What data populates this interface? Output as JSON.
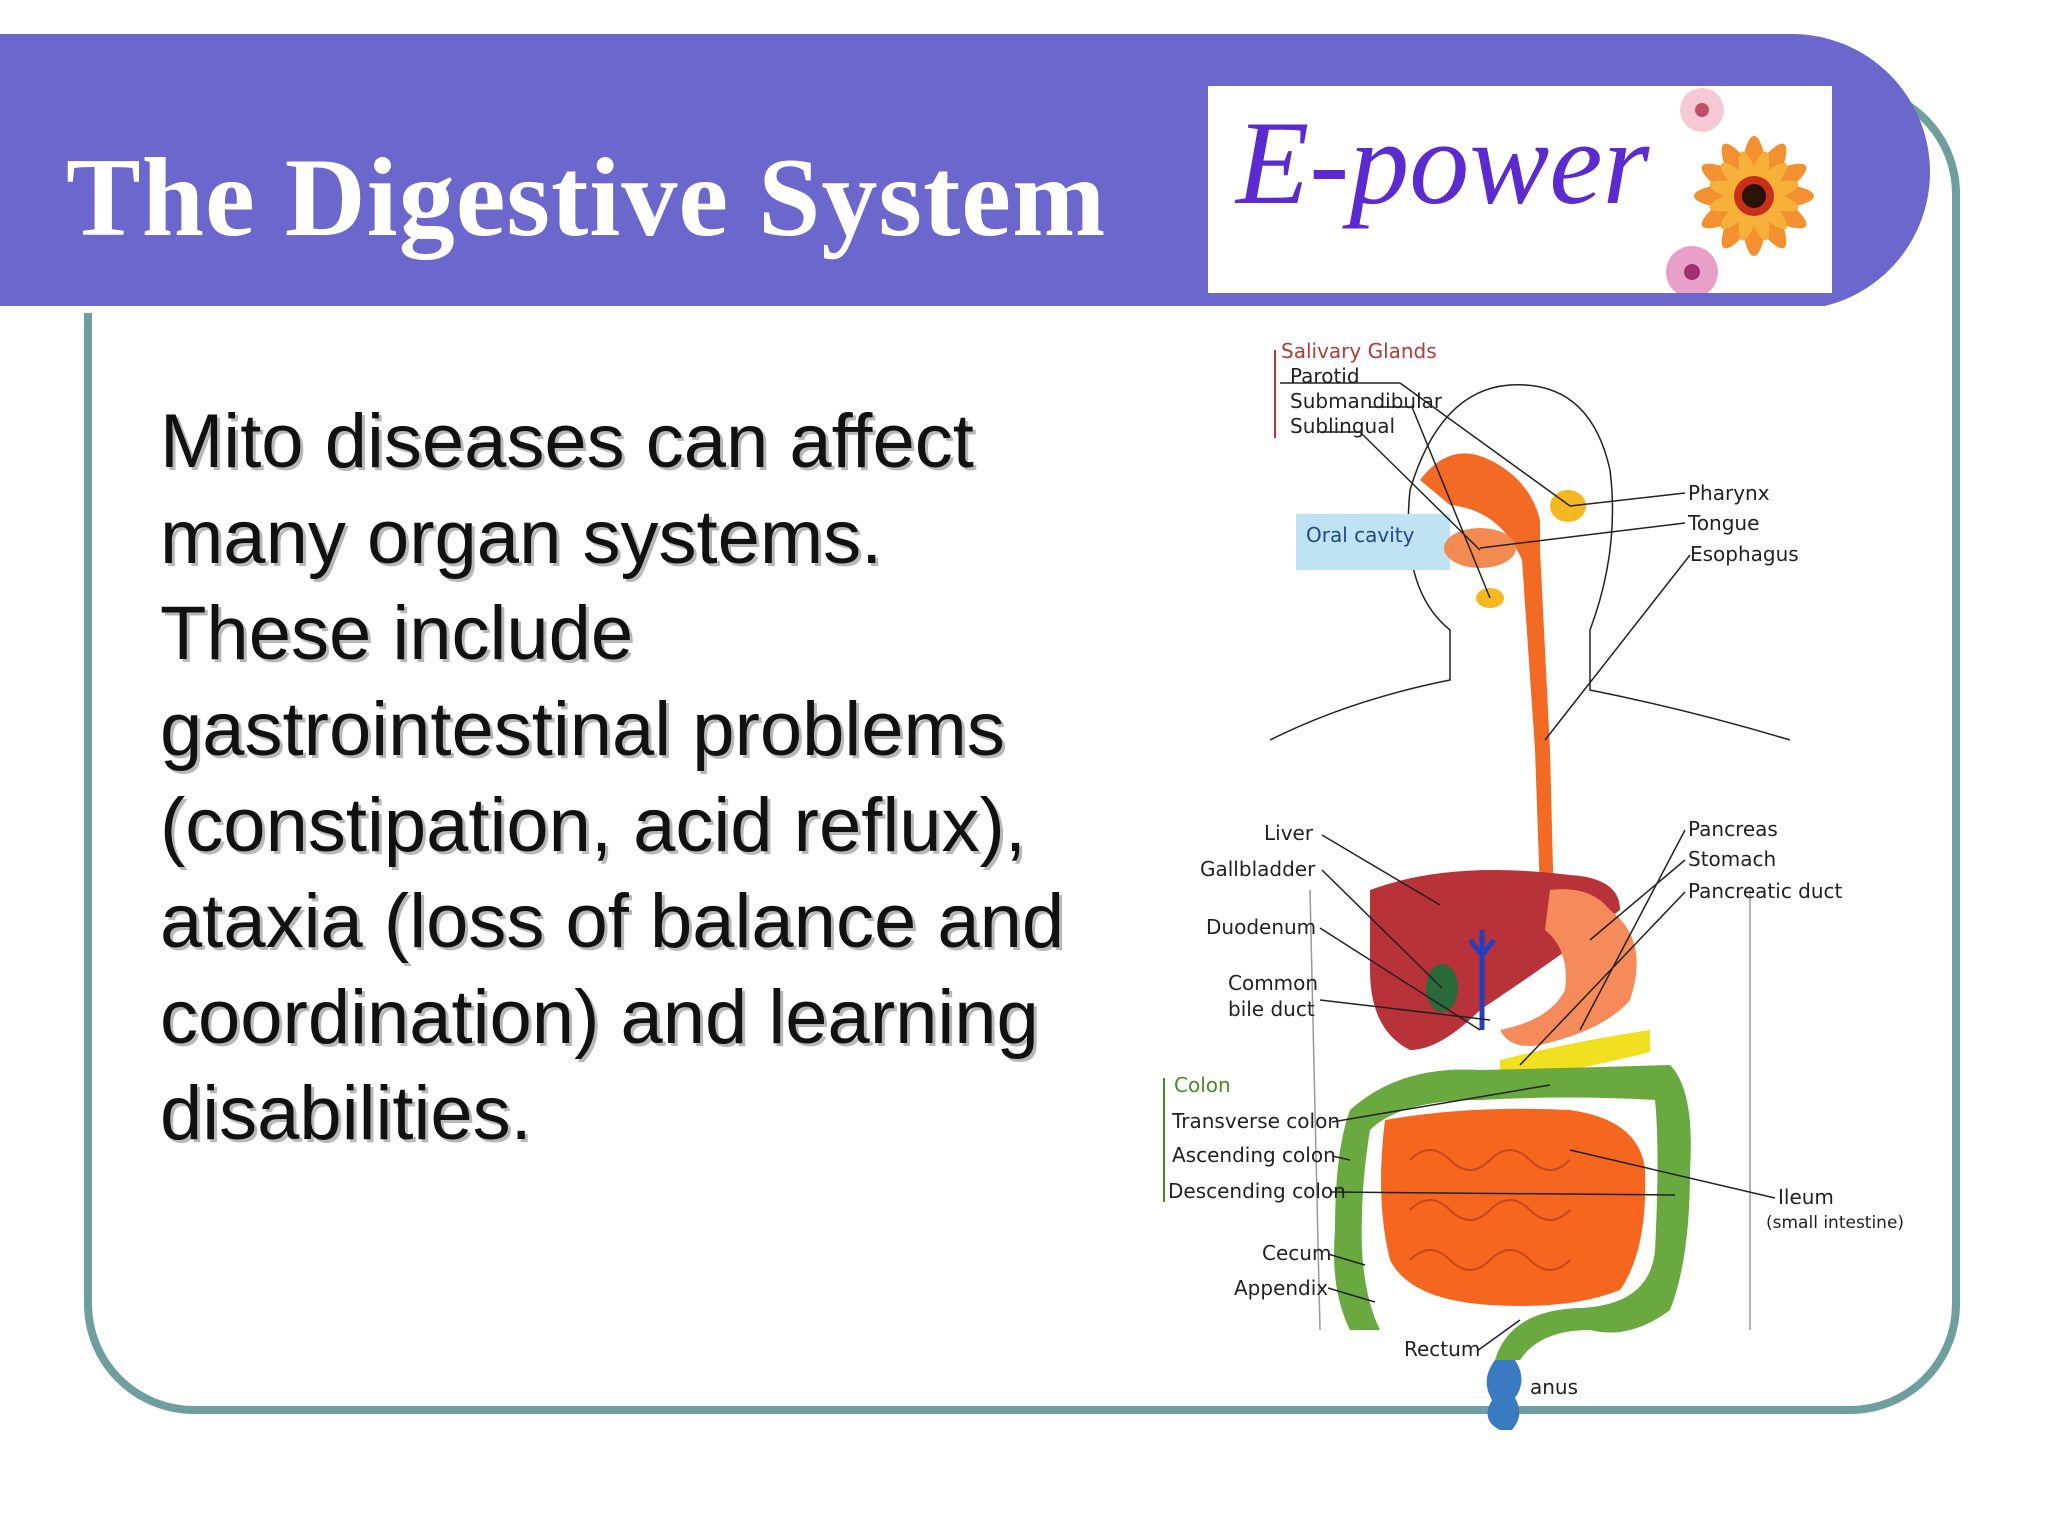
{
  "slide": {
    "title": "The Digestive System",
    "body": "Mito diseases can affect many organ systems. These include gastrointestinal problems (constipation, acid reflux), ataxia (loss of balance and coordination) and learning disabilities."
  },
  "logo": {
    "text": "E-power"
  },
  "diagram": {
    "labels": {
      "salivary_glands": "Salivary Glands",
      "parotid": "Parotid",
      "submandibular": "Submandibular",
      "sublingual": "Sublingual",
      "oral_cavity": "Oral cavity",
      "pharynx": "Pharynx",
      "tongue": "Tongue",
      "esophagus": "Esophagus",
      "liver": "Liver",
      "gallbladder": "Gallbladder",
      "duodenum": "Duodenum",
      "common": "Common",
      "bile_duct": "bile duct",
      "pancreas": "Pancreas",
      "stomach": "Stomach",
      "pancreatic_duct": "Pancreatic duct",
      "colon": "Colon",
      "transverse_colon": "Transverse colon",
      "ascending_colon": "Ascending colon",
      "descending_colon": "Descending colon",
      "ileum": "Ileum",
      "small_intestine": "(small intestine)",
      "cecum": "Cecum",
      "appendix": "Appendix",
      "rectum": "Rectum",
      "anus": "anus"
    }
  },
  "colors": {
    "header": "#6b67cc",
    "frame": "#6f9e9e",
    "esophagus": "#f26a24",
    "liver": "#b8323a",
    "colon": "#6aa840",
    "small_intestine": "#f5661f",
    "pancreas": "#f0e020"
  }
}
